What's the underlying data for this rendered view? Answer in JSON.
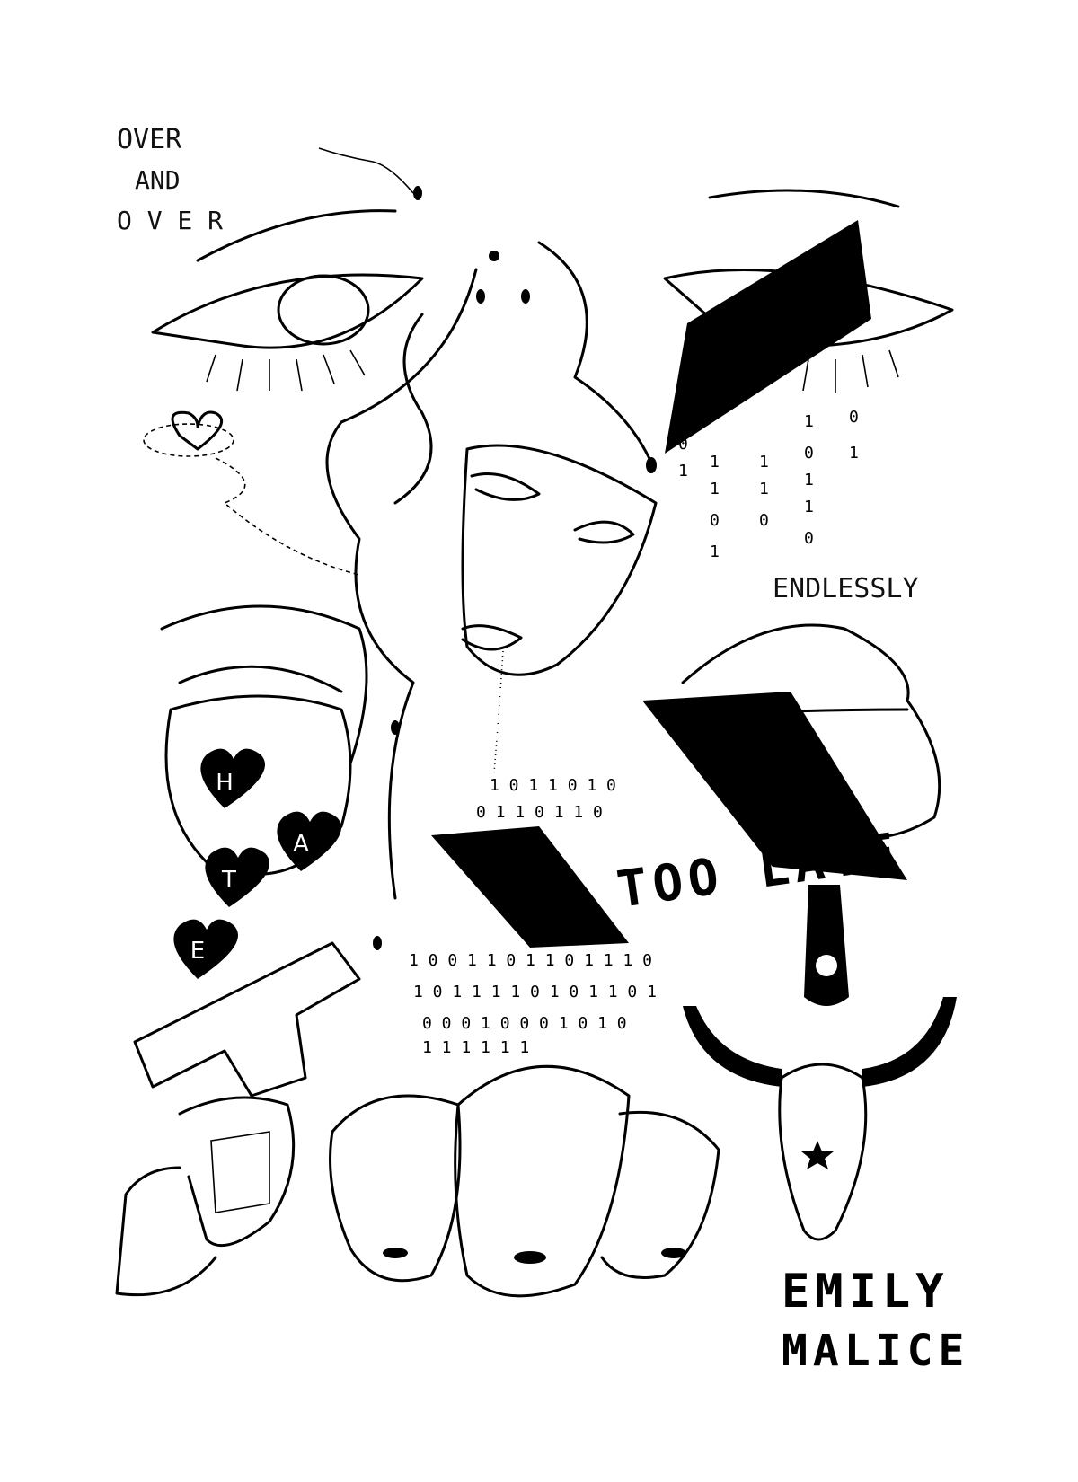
{
  "artwork": {
    "texts": {
      "over_and_over": [
        "OVER",
        "AND",
        "O V E R"
      ],
      "endlessly": "ENDLESSLY",
      "hate_hearts": [
        "H",
        "A",
        "T",
        "E"
      ],
      "signature": [
        "EMILY",
        "MALICE"
      ],
      "lightning_lettering": "TOO LATE",
      "binary_rain": "1 1 1 1 1 1"
    },
    "colors": {
      "ink": "#000000",
      "paper": "#ffffff"
    },
    "motifs": [
      "eye-left",
      "eye-right-censored",
      "crying-face",
      "open-mouth-tongue",
      "biting-lips-censored",
      "pistol-in-hand",
      "bull-skull",
      "three-faces",
      "heart-with-orbit",
      "sperm-swirls"
    ]
  }
}
